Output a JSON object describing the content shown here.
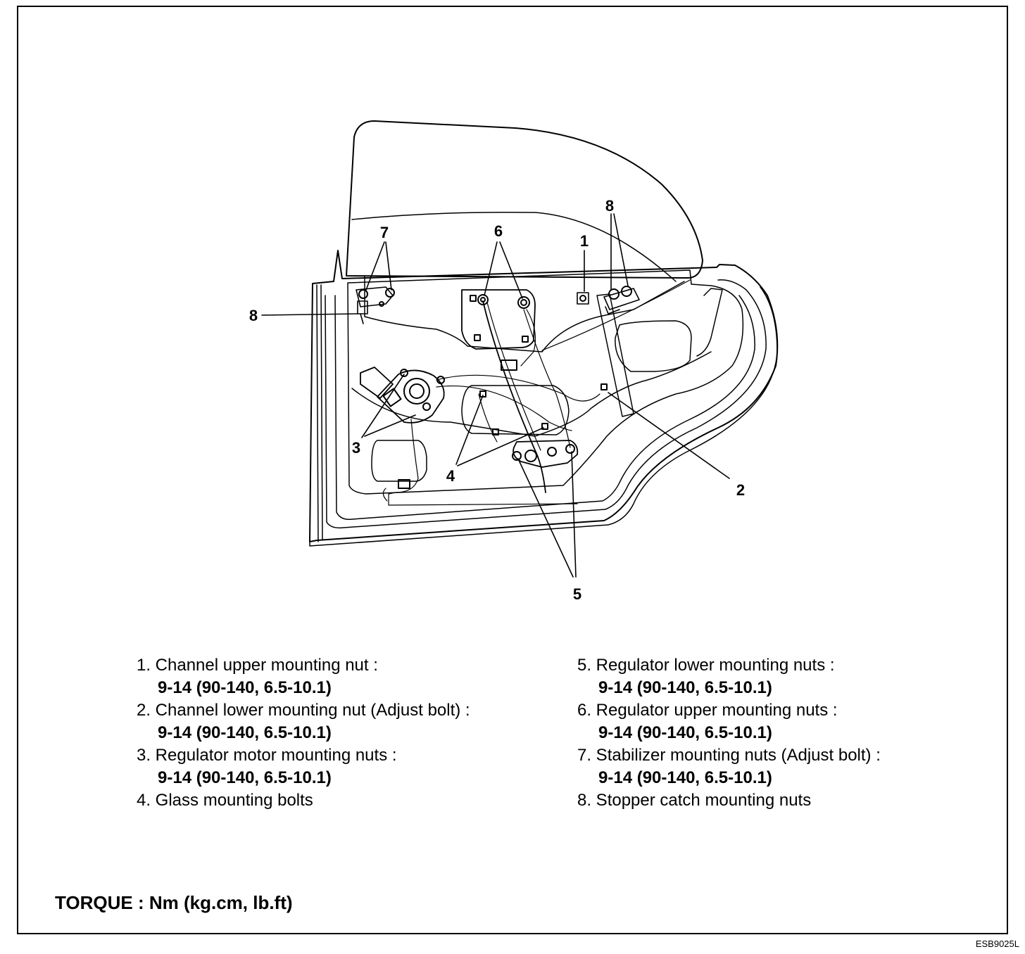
{
  "callouts": {
    "c1": "1",
    "c2": "2",
    "c3": "3",
    "c4": "4",
    "c5": "5",
    "c6": "6",
    "c7": "7",
    "c8a": "8",
    "c8b": "8"
  },
  "legend": {
    "items": [
      {
        "label": "1. Channel upper mounting nut :",
        "torque": "9-14 (90-140, 6.5-10.1)"
      },
      {
        "label": "2. Channel lower mounting nut (Adjust bolt) :",
        "torque": "9-14 (90-140, 6.5-10.1)"
      },
      {
        "label": "3. Regulator motor mounting nuts :",
        "torque": "9-14 (90-140, 6.5-10.1)"
      },
      {
        "label": "4. Glass mounting bolts",
        "torque": ""
      },
      {
        "label": "5. Regulator lower mounting nuts :",
        "torque": "9-14 (90-140, 6.5-10.1)"
      },
      {
        "label": "6. Regulator upper mounting nuts :",
        "torque": "9-14 (90-140, 6.5-10.1)"
      },
      {
        "label": "7. Stabilizer mounting nuts (Adjust bolt) :",
        "torque": "9-14 (90-140, 6.5-10.1)"
      },
      {
        "label": "8. Stopper catch mounting nuts",
        "torque": ""
      }
    ]
  },
  "torque_unit": "TORQUE : Nm (kg.cm, lb.ft)",
  "figure_code": "ESB9025L"
}
